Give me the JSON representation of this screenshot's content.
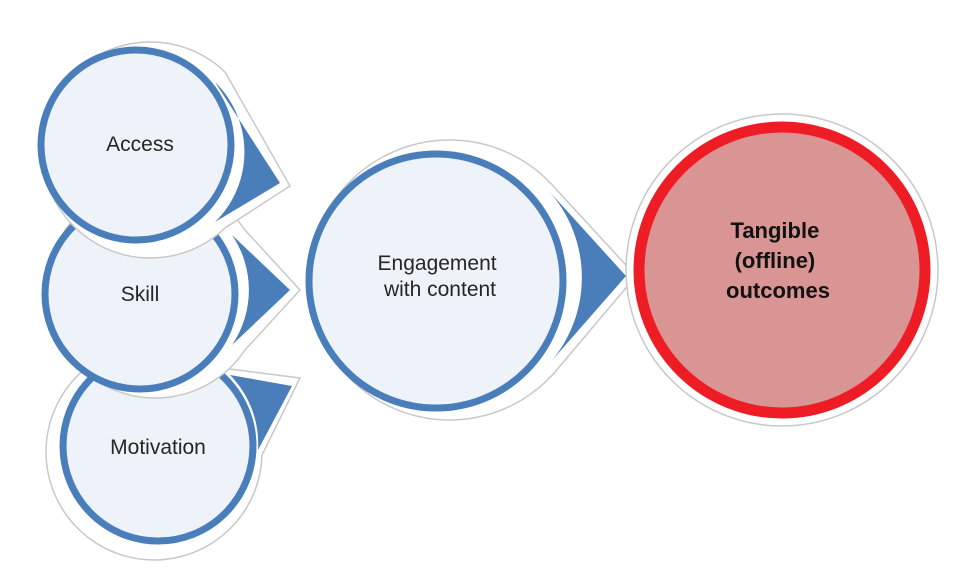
{
  "diagram": {
    "type": "flow",
    "colors": {
      "blue_stroke": "#4a7ebb",
      "blue_fill": "#eef2f9",
      "red_stroke": "#ee1c24",
      "red_fill": "#d99494",
      "halo": "#ffffff",
      "halo_edge": "#c8c8c8"
    },
    "nodes": [
      {
        "id": "access",
        "lines": [
          "Access"
        ]
      },
      {
        "id": "skill",
        "lines": [
          "Skill"
        ]
      },
      {
        "id": "motivation",
        "lines": [
          "Motivation"
        ]
      },
      {
        "id": "engagement",
        "lines": [
          "Engagement",
          "with content"
        ]
      },
      {
        "id": "outcomes",
        "lines": [
          "Tangible",
          "(offline)",
          "outcomes"
        ],
        "emphasis": true
      }
    ],
    "edges": [
      {
        "from": "access",
        "to": "engagement"
      },
      {
        "from": "skill",
        "to": "engagement"
      },
      {
        "from": "motivation",
        "to": "engagement"
      },
      {
        "from": "engagement",
        "to": "outcomes"
      }
    ]
  }
}
